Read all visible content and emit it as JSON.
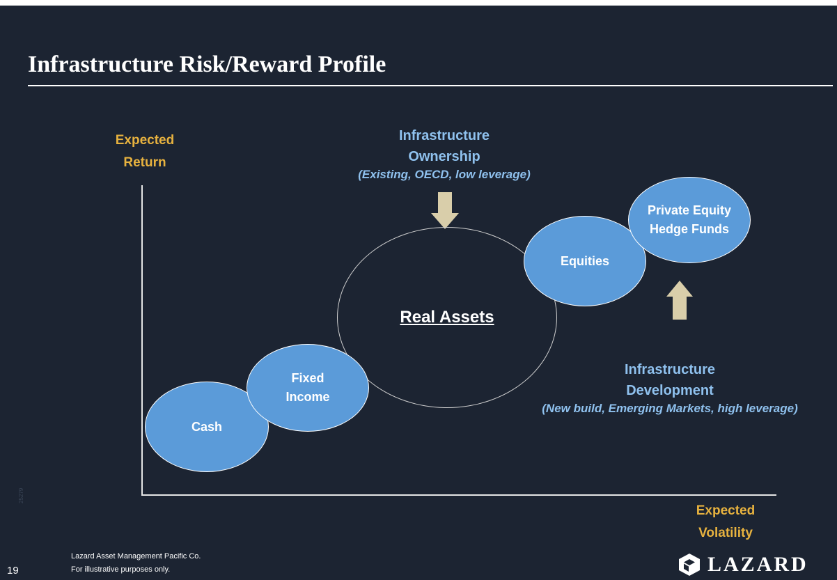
{
  "slide": {
    "title": "Infrastructure Risk/Reward Profile",
    "page_number": "19",
    "doc_code": "25279"
  },
  "axes": {
    "y_label_line1": "Expected",
    "y_label_line2": "Return",
    "x_label_line1": "Expected",
    "x_label_line2": "Volatility"
  },
  "annotations": {
    "ownership": {
      "line1": "Infrastructure",
      "line2": "Ownership",
      "sub": "(Existing, OECD, low leverage)"
    },
    "development": {
      "line1": "Infrastructure",
      "line2": "Development",
      "sub": "(New build, Emerging Markets, high leverage)"
    }
  },
  "bubbles": {
    "cash": "Cash",
    "fixed_income_line1": "Fixed",
    "fixed_income_line2": "Income",
    "real_assets": "Real Assets",
    "equities": "Equities",
    "pe_line1": "Private Equity",
    "pe_line2": "Hedge Funds"
  },
  "footer": {
    "company": "Lazard Asset Management Pacific Co.",
    "disclaimer": "For illustrative purposes only.",
    "logo_text": "LAZARD"
  },
  "colors": {
    "background": "#1c2432",
    "bubble_fill": "#5b9bd9",
    "axis_label": "#e7b23f",
    "annotation_text": "#8fc1ee",
    "arrow_fill": "#d9ceaa"
  },
  "icons": {
    "down_arrow": "arrow-down-icon",
    "up_arrow": "arrow-up-icon",
    "logo": "lazard-logo-icon"
  }
}
